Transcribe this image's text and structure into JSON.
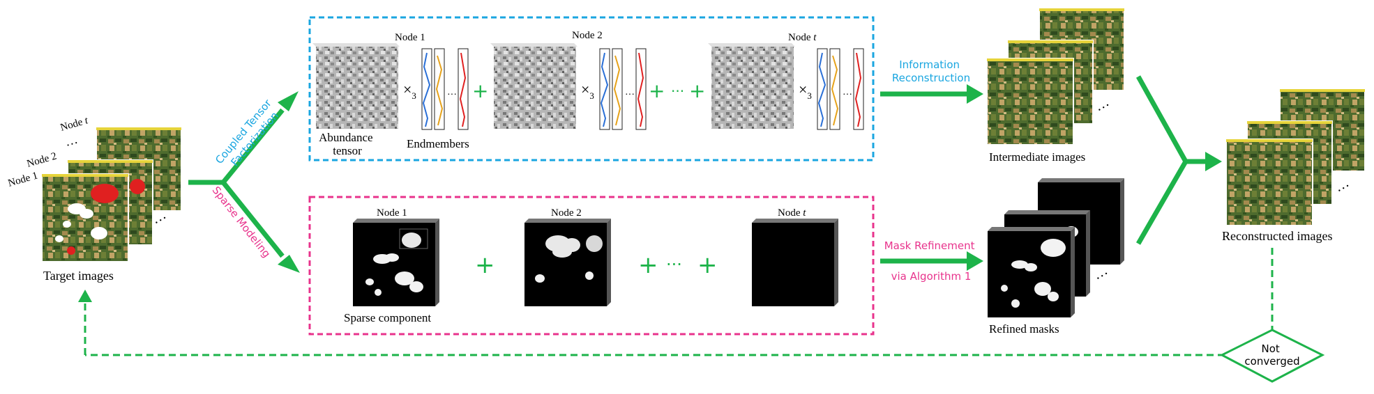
{
  "target": {
    "caption": "Target images",
    "node1": "Node 1",
    "node2": "Node 2",
    "nodet_pre": "Node ",
    "nodet_t": "t",
    "dots": "…"
  },
  "branches": {
    "coupled_line1": "Coupled Tensor",
    "coupled_line2": "Factorization",
    "sparse": "Sparse Modeling"
  },
  "factorization_box": {
    "node1": "Node 1",
    "node2": "Node 2",
    "nodet_pre": "Node ",
    "nodet_t": "t",
    "abundance_line1": "Abundance",
    "abundance_line2": "tensor",
    "endmembers": "Endmembers",
    "times": "×",
    "subscript": "3",
    "plus": "+",
    "ellipsis": "···"
  },
  "sparse_box": {
    "node1": "Node 1",
    "node2": "Node 2",
    "nodet_pre": "Node ",
    "nodet_t": "t",
    "caption": "Sparse component",
    "plus": "+",
    "ellipsis": "···"
  },
  "info_reconstruction": {
    "line1": "Information",
    "line2": "Reconstruction"
  },
  "mask_refinement": {
    "line1": "Mask Refinement",
    "line2": "via Algorithm 1"
  },
  "intermediate": {
    "caption": "Intermediate images"
  },
  "refined": {
    "caption": "Refined masks"
  },
  "reconstructed": {
    "caption": "Reconstructed images"
  },
  "decision": {
    "line1": "Not",
    "line2": "converged"
  },
  "colors": {
    "green": "#1db34a",
    "cyan": "#1aa6e0",
    "magenta": "#e8338c",
    "blue": "#2a6fd6",
    "orange": "#e6a21a",
    "red": "#e02020"
  }
}
